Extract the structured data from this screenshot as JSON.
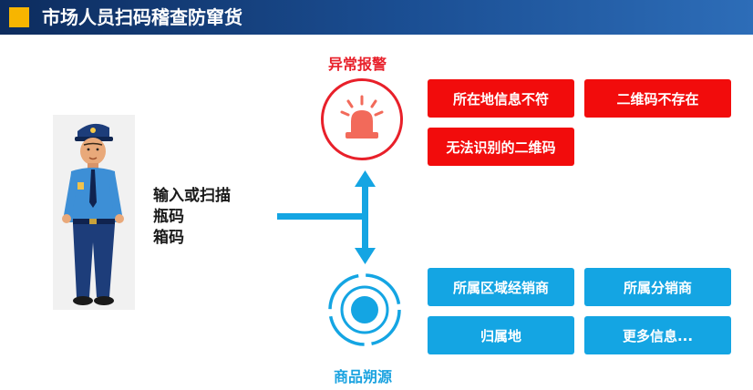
{
  "header": {
    "title": "市场人员扫码稽查防窜货"
  },
  "input": {
    "lines": [
      "输入或扫描",
      "瓶码",
      "箱码"
    ]
  },
  "alarm": {
    "label": "异常报警",
    "items": [
      "所在地信息不符",
      "二维码不存在",
      "无法识别的二维码"
    ]
  },
  "trace": {
    "label": "商品朔源",
    "items": [
      "所属区域经销商",
      "所属分销商",
      "归属地",
      "更多信息..."
    ]
  },
  "colors": {
    "header_dark": "#0d2c5e",
    "header_accent": "#f7b500",
    "alarm_red": "#f20c0c",
    "trace_blue": "#14a5e3"
  },
  "icons": {
    "header": "square-bullet-icon",
    "alarm": "siren-icon",
    "trace": "target-icon",
    "figure": "police-officer-icon"
  }
}
